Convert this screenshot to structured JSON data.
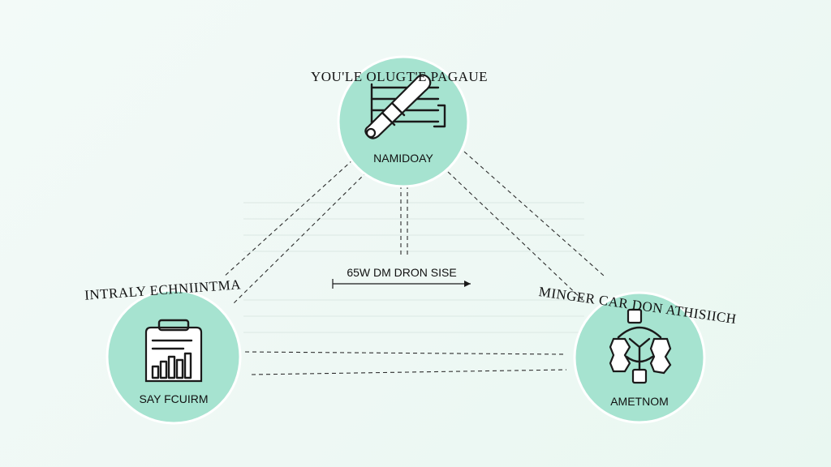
{
  "diagram": {
    "top_node": {
      "outer_label": "YOU'LE OLUGT'E PAGAUE",
      "inner_label": "NAMIDOAY",
      "icon": "trumpet-icon"
    },
    "left_node": {
      "outer_label": "INTRALY ECHNIINTMA",
      "inner_label": "SAY FCUIRM",
      "icon": "bar-chart-clipboard-icon"
    },
    "right_node": {
      "outer_label": "MINGER CAR DON ATHISIICH",
      "inner_label": "AMETNOM",
      "icon": "network-gear-icon"
    },
    "center_label": "65W DM DRON SISE",
    "colors": {
      "node_fill": "#a6e3d0",
      "background": "#eef8f4",
      "line": "#2e2e2e"
    }
  }
}
